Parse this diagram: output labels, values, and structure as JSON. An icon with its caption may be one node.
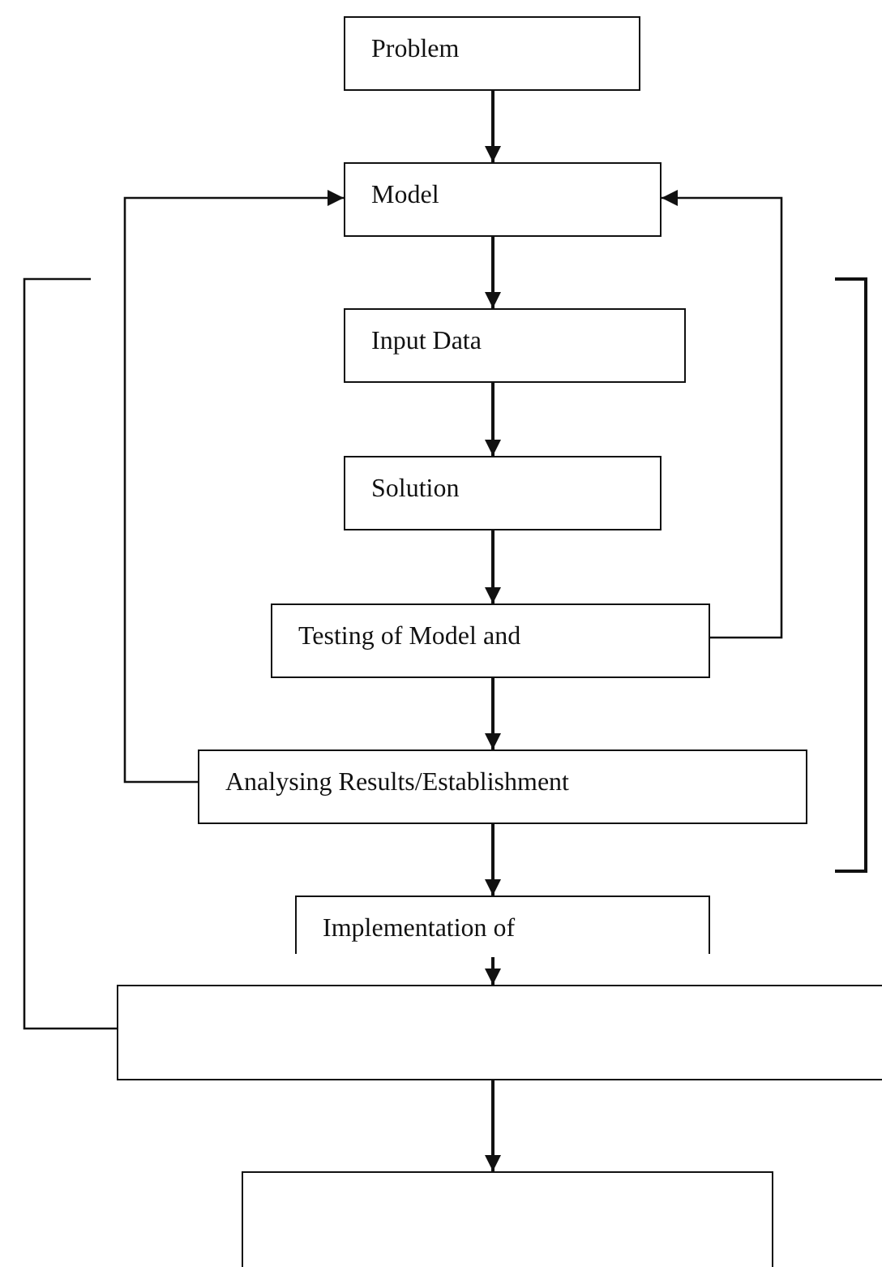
{
  "diagram": {
    "nodes": [
      {
        "text": [
          "Problem"
        ]
      },
      {
        "text": [
          "Model"
        ]
      },
      {
        "text": [
          "Input Data"
        ]
      },
      {
        "text": [
          "Solution"
        ]
      },
      {
        "text": [
          "Testing of Model and"
        ]
      },
      {
        "text": [
          "Analysing Results/Establishment"
        ]
      },
      {
        "text": [
          "Implementation of"
        ]
      },
      {
        "text": [],
        "shape": "box"
      },
      {
        "text": [],
        "shape": "box"
      }
    ],
    "edges": [
      {
        "from": 0,
        "to": 1,
        "arrow": "to"
      },
      {
        "from": 1,
        "to": 2,
        "arrow": "to"
      },
      {
        "from": 2,
        "to": 3,
        "arrow": "to"
      },
      {
        "from": 3,
        "to": 4,
        "arrow": "to"
      },
      {
        "from": 4,
        "to": 5,
        "arrow": "to"
      },
      {
        "from": 5,
        "to": 6,
        "arrow": "to"
      },
      {
        "from": 6,
        "to": 7,
        "arrow": "to"
      },
      {
        "from": 7,
        "to": 8,
        "arrow": "to"
      },
      {
        "from": 4,
        "to": 1,
        "arrow": "to"
      },
      {
        "from": 5,
        "to": 1,
        "arrow": "to"
      },
      {
        "from": null,
        "to": 7,
        "arrow": "none"
      }
    ]
  }
}
